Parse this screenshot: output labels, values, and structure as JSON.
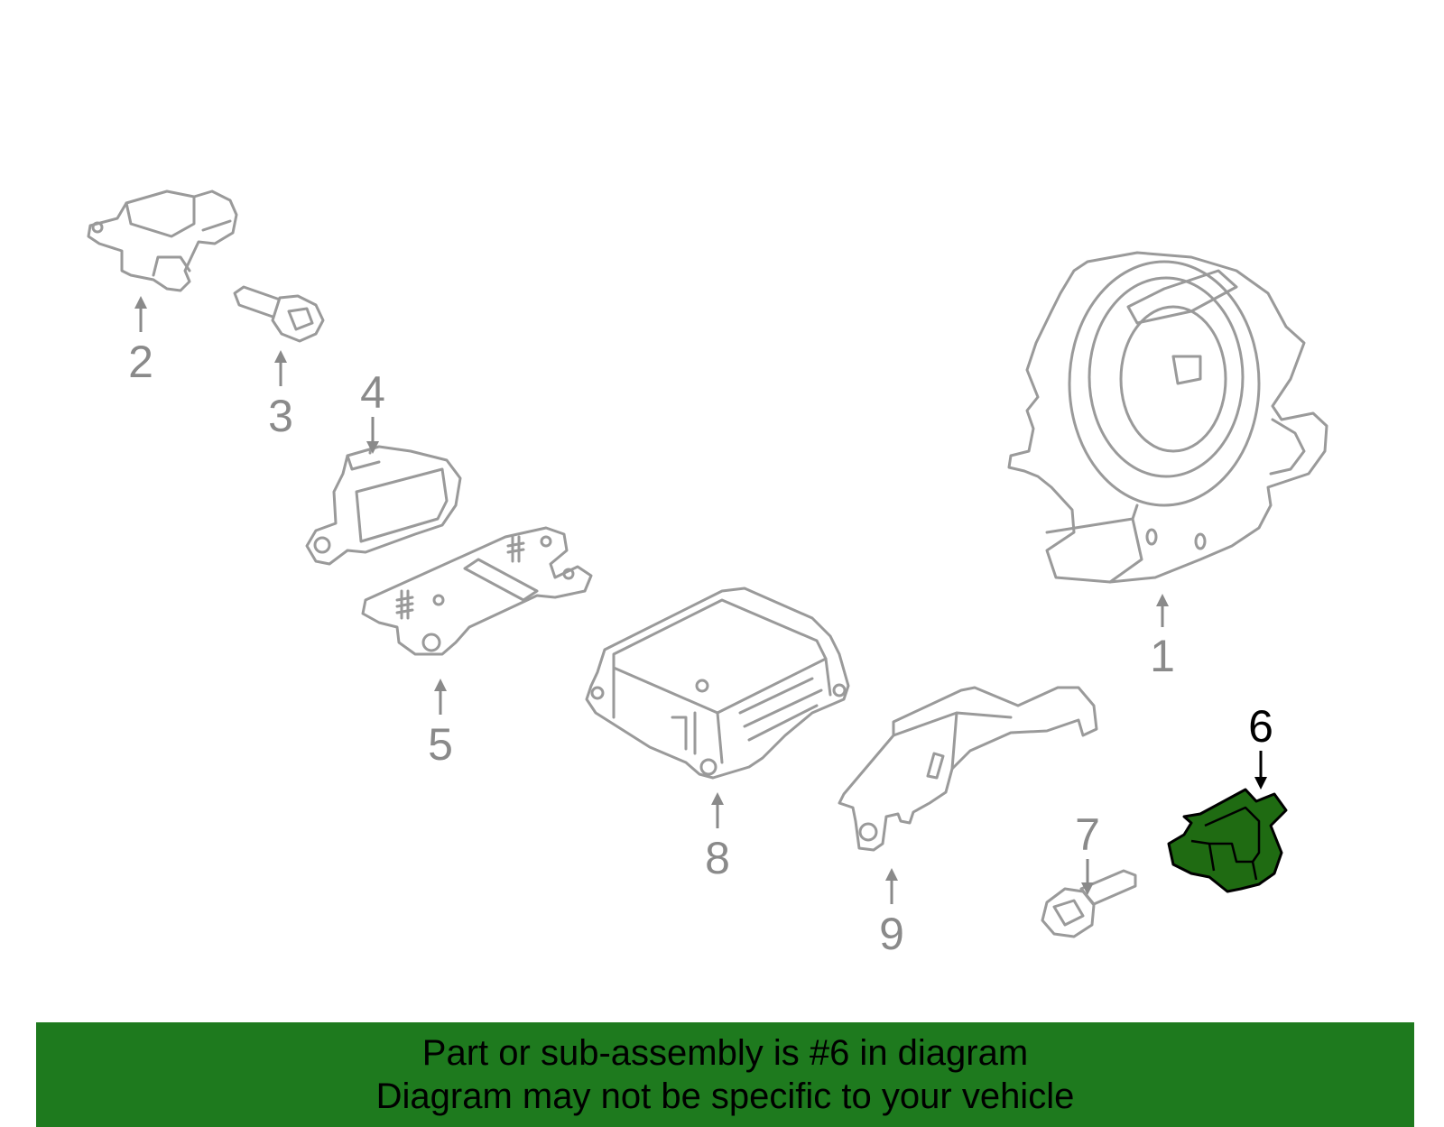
{
  "callouts": [
    {
      "id": "1",
      "label": "1",
      "highlighted": false
    },
    {
      "id": "2",
      "label": "2",
      "highlighted": false
    },
    {
      "id": "3",
      "label": "3",
      "highlighted": false
    },
    {
      "id": "4",
      "label": "4",
      "highlighted": false
    },
    {
      "id": "5",
      "label": "5",
      "highlighted": false
    },
    {
      "id": "6",
      "label": "6",
      "highlighted": true
    },
    {
      "id": "7",
      "label": "7",
      "highlighted": false
    },
    {
      "id": "8",
      "label": "8",
      "highlighted": false
    },
    {
      "id": "9",
      "label": "9",
      "highlighted": false
    }
  ],
  "banner": {
    "line1": "Part or sub-assembly is #6 in diagram",
    "line2": "Diagram may not be specific to your vehicle"
  },
  "colors": {
    "banner_bg": "#1e7a1e",
    "highlight_part": "#1f6b12",
    "part_outline": "#9a9a9a",
    "label_gray": "#8a8a8a"
  }
}
